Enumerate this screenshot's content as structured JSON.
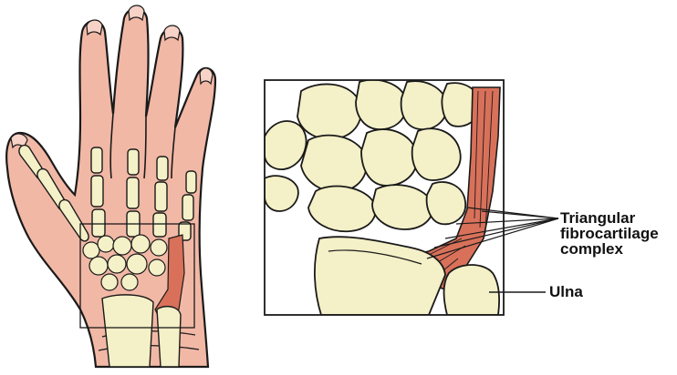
{
  "colors": {
    "skin": "#f2b8a6",
    "skin_shadow": "#d98e7a",
    "bone": "#f4f0c7",
    "bone_shadow": "#d9d39c",
    "ligament": "#d9715a",
    "outline": "#1a1a1a"
  },
  "labels": {
    "tfcc": [
      "Triangular",
      "fibrocartilage",
      "complex"
    ],
    "ulna": "Ulna"
  }
}
